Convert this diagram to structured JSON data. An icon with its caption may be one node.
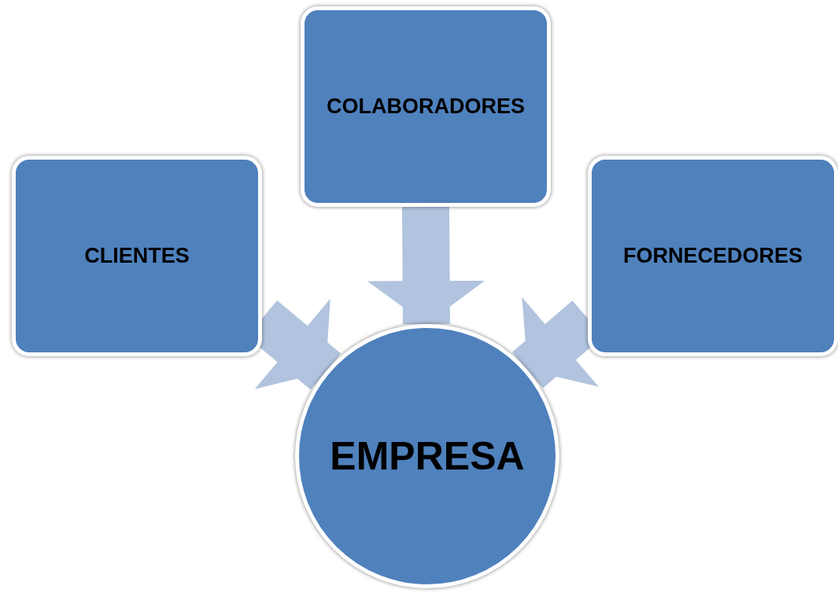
{
  "diagram": {
    "nodes": [
      {
        "text": [
          "CLIENTES"
        ]
      },
      {
        "text": [
          "COLABORADORES"
        ]
      },
      {
        "text": [
          "FORNECEDORES"
        ]
      },
      {
        "text": [
          "EMPRESA"
        ]
      }
    ],
    "edges": [
      {
        "from": 0,
        "to": 3,
        "arrow": "to"
      },
      {
        "from": 1,
        "to": 3,
        "arrow": "to"
      },
      {
        "from": 2,
        "to": 3,
        "arrow": "to"
      }
    ]
  }
}
